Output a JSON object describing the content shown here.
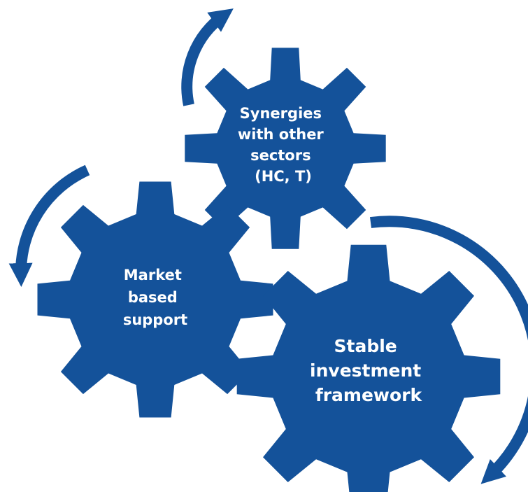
{
  "colors": {
    "gear": "#14529a",
    "arrow": "#14529a",
    "label": "#ffffff",
    "background": "#ffffff"
  },
  "gears": [
    {
      "id": "synergies",
      "label_lines": [
        "Synergies",
        "with other",
        "sectors",
        "(HC, T)"
      ]
    },
    {
      "id": "market",
      "label_lines": [
        "Market",
        "based",
        "support"
      ]
    },
    {
      "id": "stable",
      "label_lines": [
        "Stable",
        "investment",
        "framework"
      ]
    }
  ],
  "arrows": [
    {
      "id": "arrow-synergies",
      "direction": "clockwise"
    },
    {
      "id": "arrow-market",
      "direction": "counterclockwise"
    },
    {
      "id": "arrow-stable",
      "direction": "clockwise"
    }
  ]
}
